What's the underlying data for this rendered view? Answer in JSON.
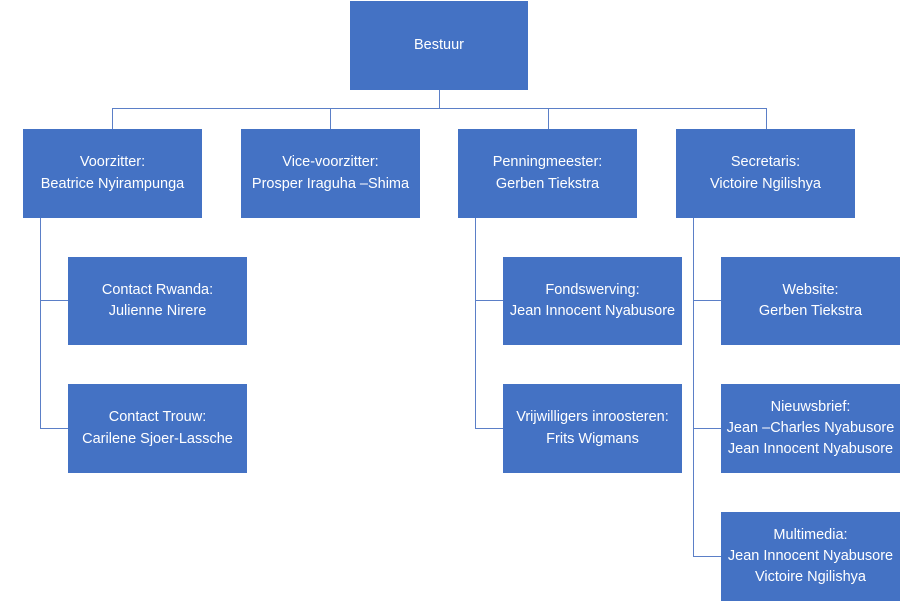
{
  "root": {
    "lines": [
      "Bestuur"
    ]
  },
  "voorzitter": {
    "lines": [
      "Voorzitter:",
      "Beatrice  Nyirampunga"
    ]
  },
  "vice": {
    "lines": [
      "Vice-voorzitter:",
      "Prosper Iraguha –Shima"
    ]
  },
  "penning": {
    "lines": [
      "Penningmeester:",
      "Gerben Tiekstra"
    ]
  },
  "secretaris": {
    "lines": [
      "Secretaris:",
      "Victoire Ngilishya"
    ]
  },
  "contact_rwanda": {
    "lines": [
      "Contact Rwanda:",
      "Julienne  Nirere"
    ]
  },
  "contact_trouw": {
    "lines": [
      "Contact Trouw:",
      "Carilene Sjoer-Lassche"
    ]
  },
  "fondswerving": {
    "lines": [
      "Fondswerving:",
      "Jean Innocent  Nyabusore"
    ]
  },
  "vrijwilligers": {
    "lines": [
      "Vrijwilligers inroosteren:",
      "Frits Wigmans"
    ]
  },
  "website": {
    "lines": [
      "Website:",
      "Gerben Tiekstra"
    ]
  },
  "nieuwsbrief": {
    "lines": [
      "Nieuwsbrief:",
      "Jean –Charles  Nyabusore",
      "Jean Innocent  Nyabusore"
    ]
  },
  "multimedia": {
    "lines": [
      "Multimedia:",
      "Jean Innocent  Nyabusore",
      "Victoire Ngilishya"
    ]
  }
}
